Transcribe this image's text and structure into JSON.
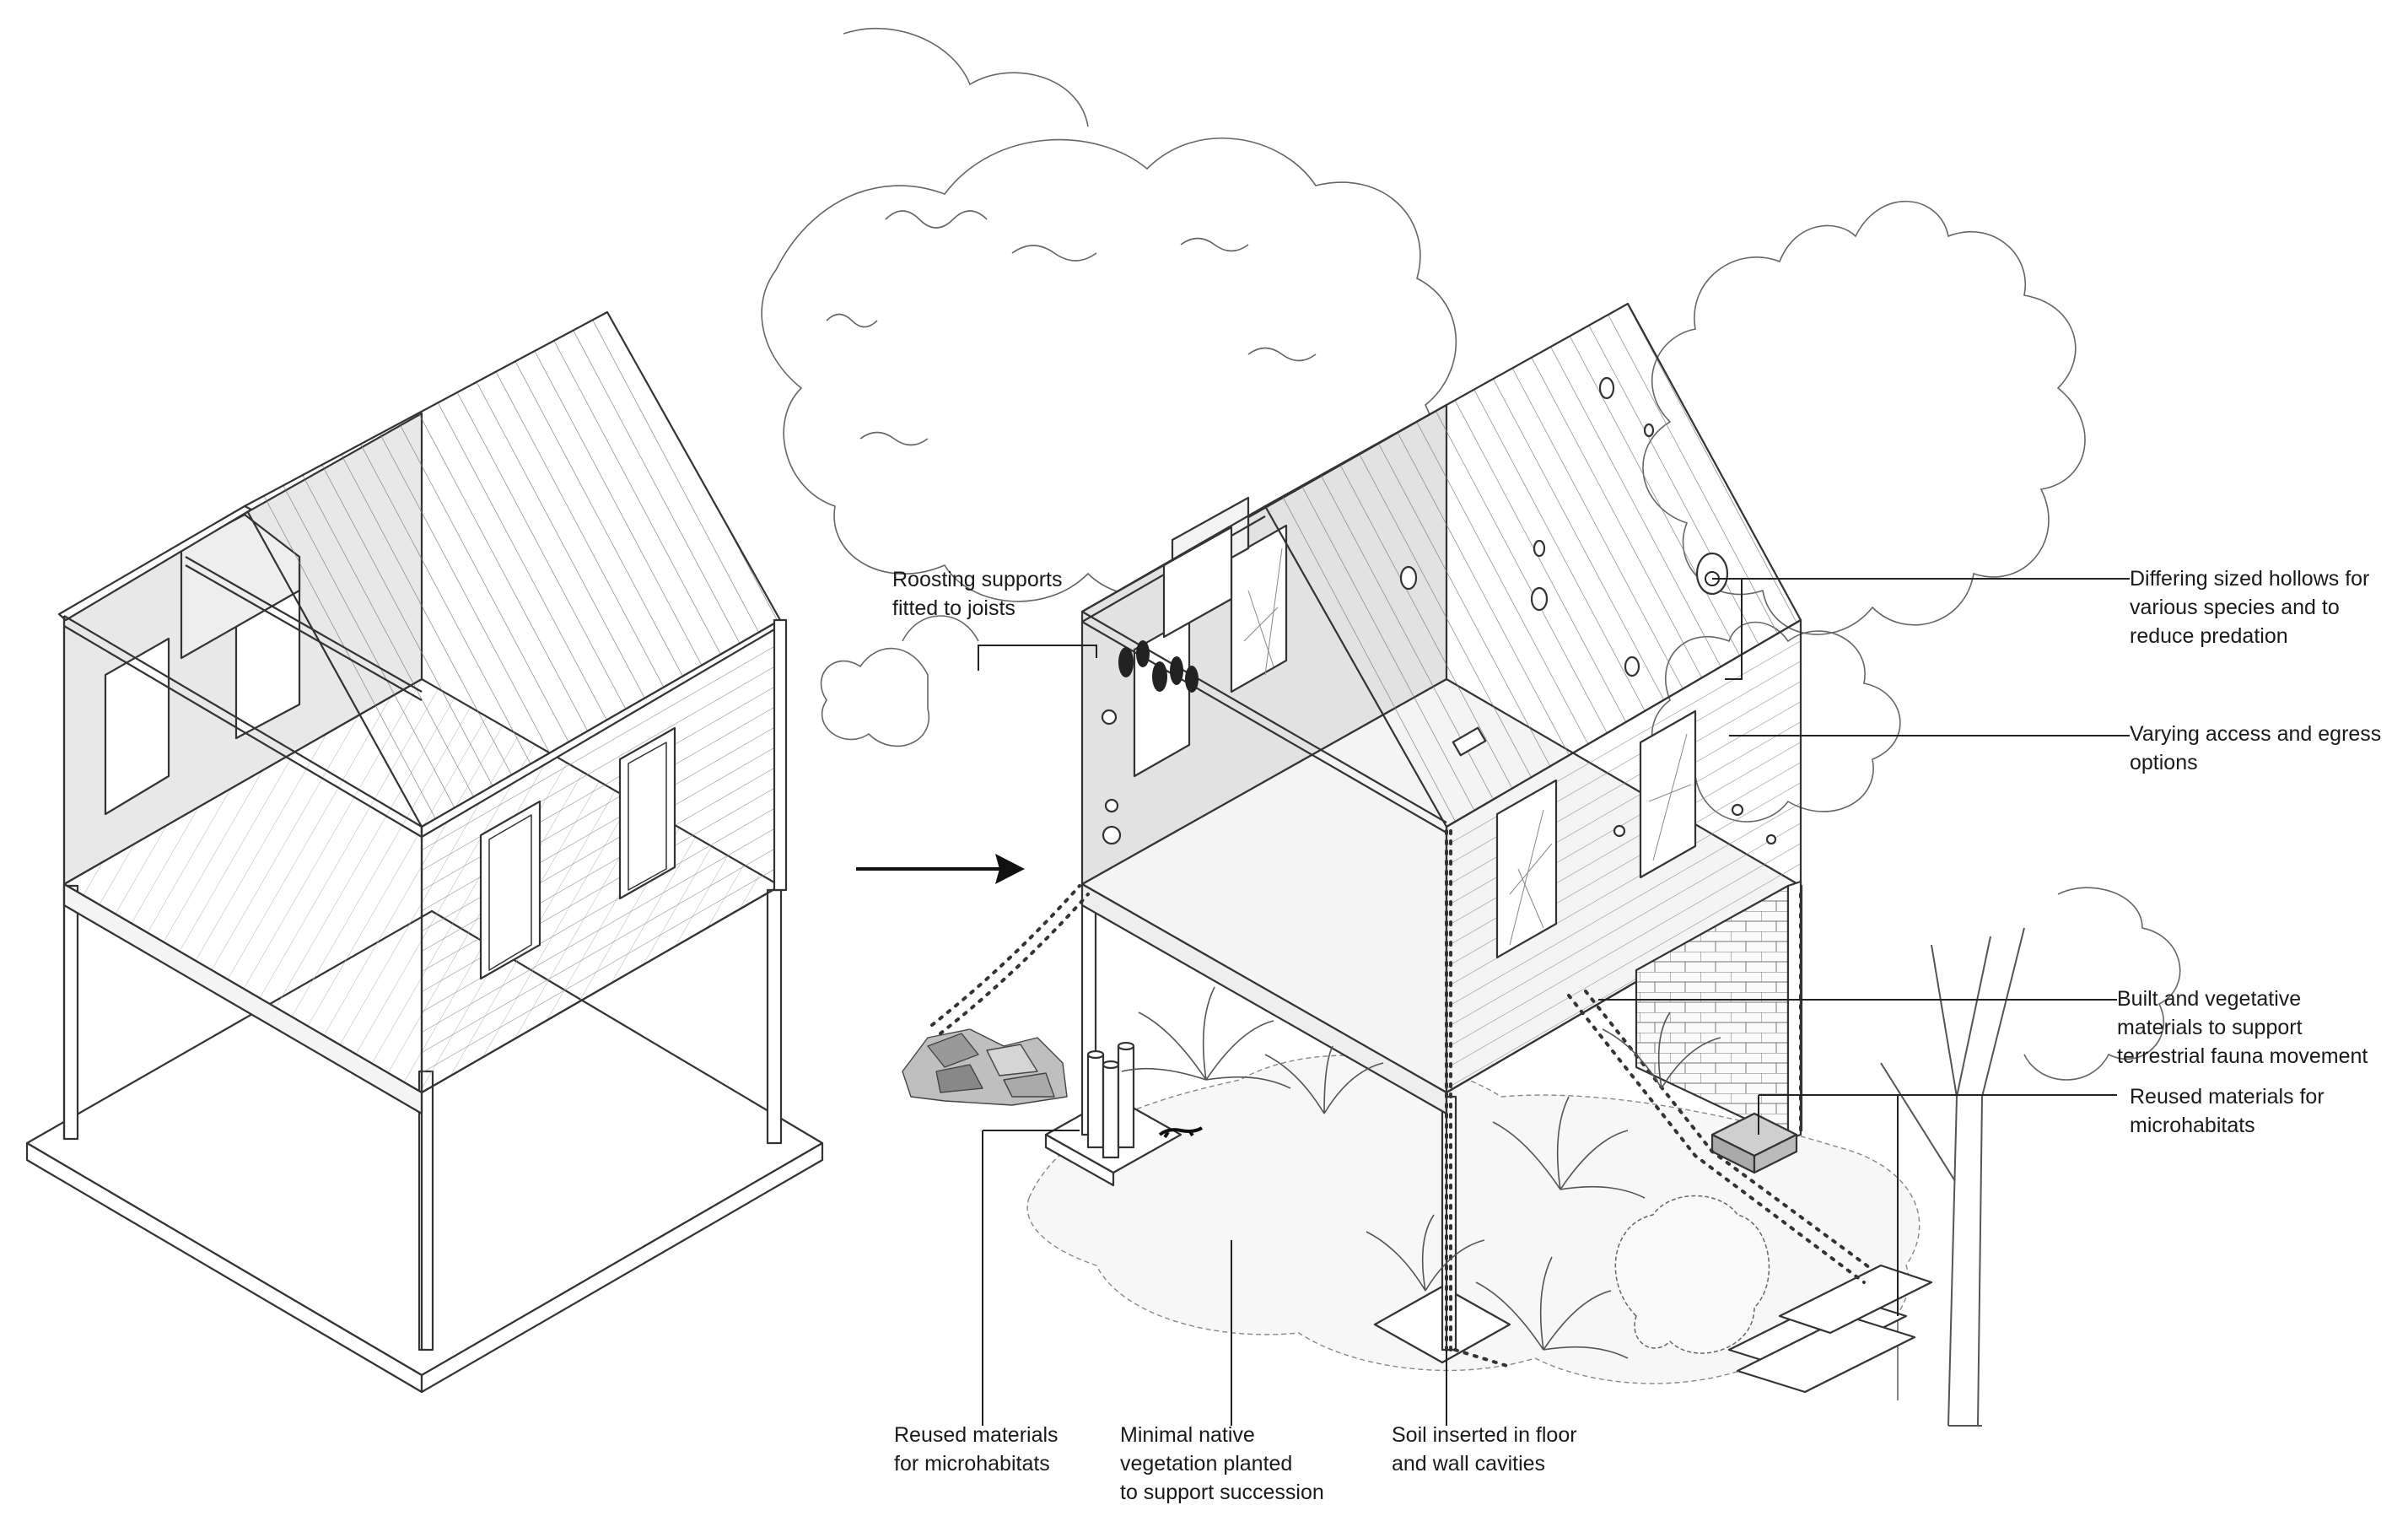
{
  "colors": {
    "ink": "#1a1a1a",
    "line": "#333333",
    "foliage": "#555555",
    "wall_shade": "#e6e6e6",
    "floor_shade": "#f2f2f2",
    "pale_shade": "#f7f7f7"
  },
  "annotations": {
    "roosting": [
      "Roosting supports",
      "fitted to joists"
    ],
    "hollows": [
      "Differing sized hollows for",
      "various species and to",
      "reduce predation"
    ],
    "access": [
      "Varying access and egress",
      "options"
    ],
    "built_veg": [
      "Built and vegetative",
      "materials to support",
      "terrestrial fauna movement"
    ],
    "reused_right": [
      "Reused materials for",
      "microhabitats"
    ],
    "reused_bottom": [
      "Reused materials",
      "for microhabitats"
    ],
    "native_veg": [
      "Minimal native",
      "vegetation  planted",
      "to support succession"
    ],
    "soil": [
      "Soil inserted in floor",
      "and wall cavities"
    ]
  }
}
